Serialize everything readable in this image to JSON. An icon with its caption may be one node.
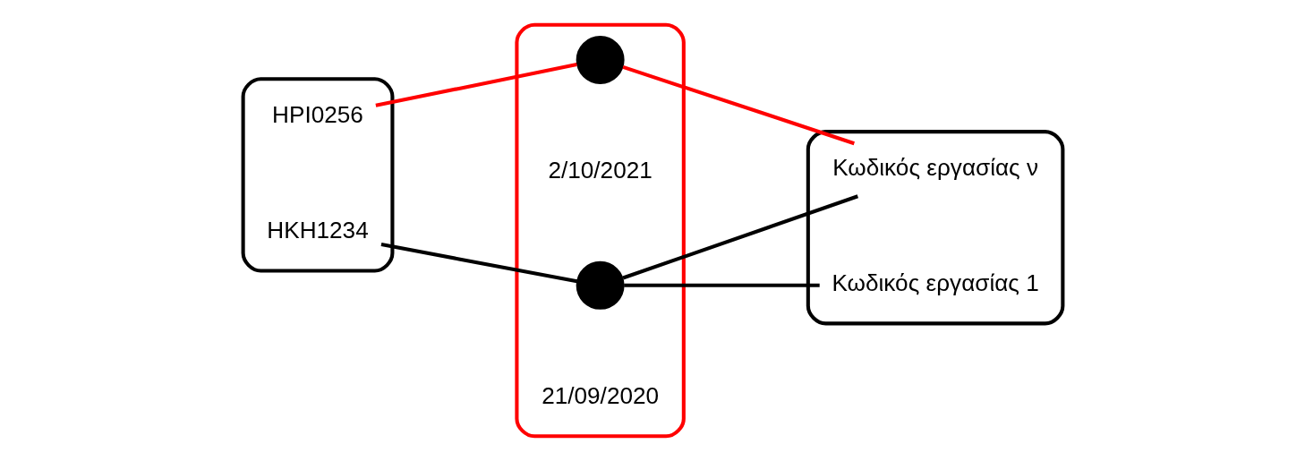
{
  "diagram": {
    "nodes": [
      {
        "text": [],
        "shape": "ellipse"
      },
      {
        "text": [
          "HKH1234"
        ],
        "in": 0
      },
      {
        "text": [
          "HPI0256"
        ],
        "in": 0
      },
      {
        "text": [],
        "shape": "ellipse"
      },
      {
        "text": [],
        "shape": "circle",
        "in": 3,
        "beside": [
          "21/09/2020"
        ]
      },
      {
        "text": [],
        "shape": "circle",
        "in": 3,
        "beside": [
          "2/10/2021"
        ]
      },
      {
        "text": [],
        "shape": "ellipse"
      },
      {
        "text": [
          "Κωδικός εργασίας 1"
        ],
        "in": 6
      },
      {
        "text": [
          "Κωδικός εργασίας ν"
        ],
        "in": 6
      }
    ],
    "edges": [
      {
        "from": 1,
        "to": 4,
        "arrow": "none"
      },
      {
        "from": 4,
        "to": 7,
        "arrow": "none"
      },
      {
        "from": 4,
        "to": 8,
        "arrow": "none"
      },
      {
        "from": 2,
        "to": 5,
        "arrow": "none",
        "color": "#ff0000"
      },
      {
        "from": 5,
        "to": 8,
        "arrow": "none",
        "color": "#ff0000"
      }
    ]
  }
}
